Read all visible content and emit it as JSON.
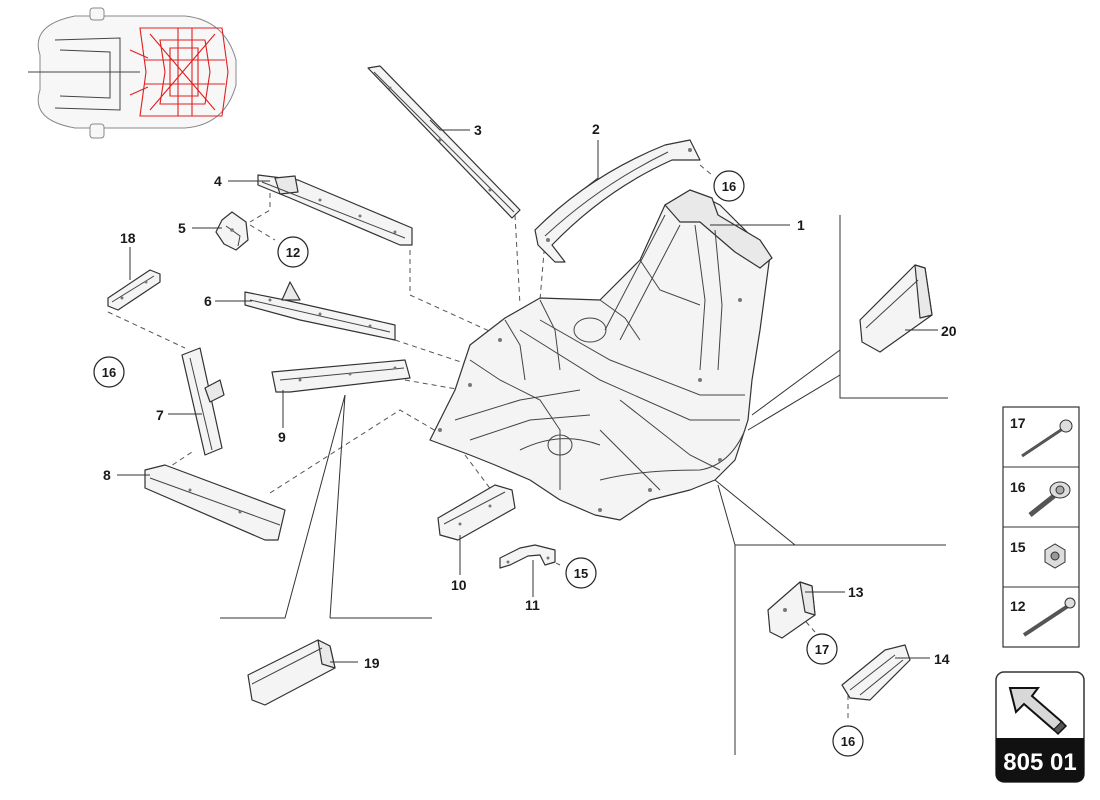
{
  "labels": {
    "p1": "1",
    "p2": "2",
    "p3": "3",
    "p4": "4",
    "p5": "5",
    "p6": "6",
    "p7": "7",
    "p8": "8",
    "p9": "9",
    "p10": "10",
    "p11": "11",
    "p13": "13",
    "p14": "14",
    "p18": "18",
    "p19": "19",
    "p20": "20"
  },
  "callouts": {
    "c16a": "16",
    "c12": "12",
    "c16b": "16",
    "c15": "15",
    "c17": "17",
    "c16c": "16"
  },
  "legend": {
    "items": [
      {
        "number": "17",
        "icon": "long-bolt-icon"
      },
      {
        "number": "16",
        "icon": "flanged-bolt-icon"
      },
      {
        "number": "15",
        "icon": "hex-nut-icon"
      },
      {
        "number": "12",
        "icon": "pin-bolt-icon"
      }
    ]
  },
  "reference": {
    "code": "805 01",
    "icon": "direction-arrow-icon"
  },
  "colors": {
    "highlight": "#e02020",
    "line": "#333333",
    "badge": "#111111"
  }
}
